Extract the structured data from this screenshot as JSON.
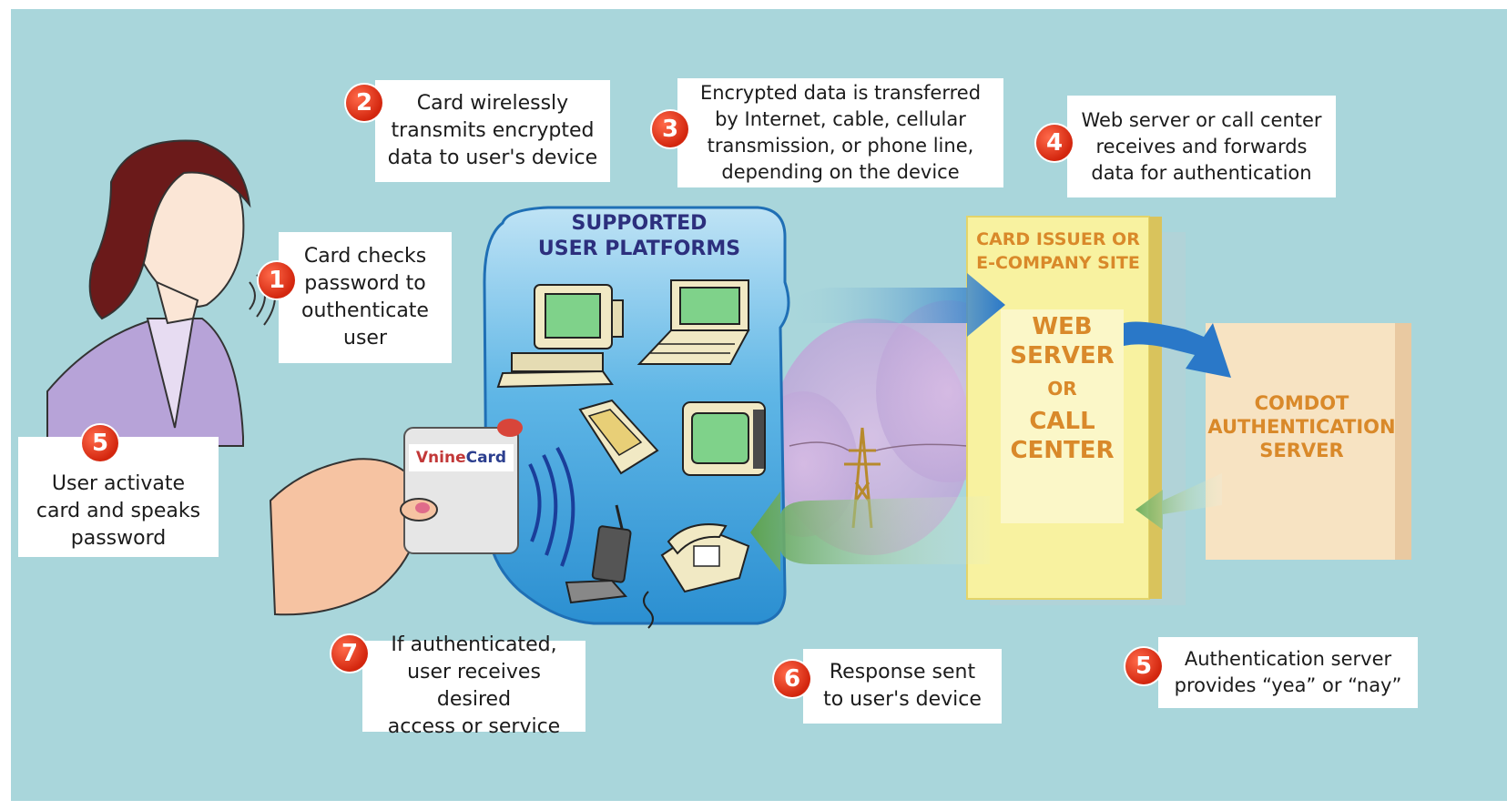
{
  "steps": [
    {
      "number": "1",
      "lines": [
        "Card checks",
        "password to",
        "outhenticate",
        "user"
      ]
    },
    {
      "number": "2",
      "lines": [
        "Card wirelessly",
        "transmits encrypted",
        "data to user's device"
      ]
    },
    {
      "number": "3",
      "lines": [
        "Encrypted data is transferred",
        "by Internet, cable, cellular",
        "transmission, or phone line,",
        "depending on the device"
      ]
    },
    {
      "number": "4",
      "lines": [
        "Web server or call center",
        "receives and forwards",
        "data for authentication"
      ]
    },
    {
      "number": "5",
      "lines": [
        "User activate",
        "card and speaks",
        "password"
      ]
    },
    {
      "number": "5",
      "lines": [
        "Authentication server",
        "provides “yea” or “nay”"
      ]
    },
    {
      "number": "6",
      "lines": [
        "Response sent",
        "to user's device"
      ]
    },
    {
      "number": "7",
      "lines": [
        "If authenticated,",
        "user receives desired",
        "access or service"
      ]
    }
  ],
  "platforms": {
    "title_lines": [
      "SUPPORTED",
      "USER PLATFORMS"
    ]
  },
  "card_issuer": {
    "title_lines": [
      "CARD ISSUER OR",
      "E-COMPANY SITE"
    ],
    "web": "WEB",
    "server": "SERVER",
    "or": "OR",
    "call": "CALL",
    "center": "CENTER"
  },
  "auth_server": {
    "lines": [
      "COMDOT",
      "AUTHENTICATION",
      "SERVER"
    ]
  },
  "card_logo": {
    "part1": "Vnine",
    "part2": "Card"
  },
  "colors": {
    "background": "#a9d6db",
    "badge": "#d3260e",
    "platform_label": "#2c2f7d",
    "site_label": "#d9892a",
    "site_panel": "#f8f2a0",
    "auth_panel": "#f7e3c2",
    "arrow_blue": "#2a78c8",
    "arrow_green": "#6fae5a"
  },
  "icons": [
    "woman-speaking-icon",
    "hand-holding-card-icon",
    "desktop-computer-icon",
    "laptop-icon",
    "pda-icon",
    "tv-monitor-icon",
    "cell-phone-icon",
    "desk-telephone-icon",
    "power-tower-icon",
    "cloud-icon"
  ]
}
